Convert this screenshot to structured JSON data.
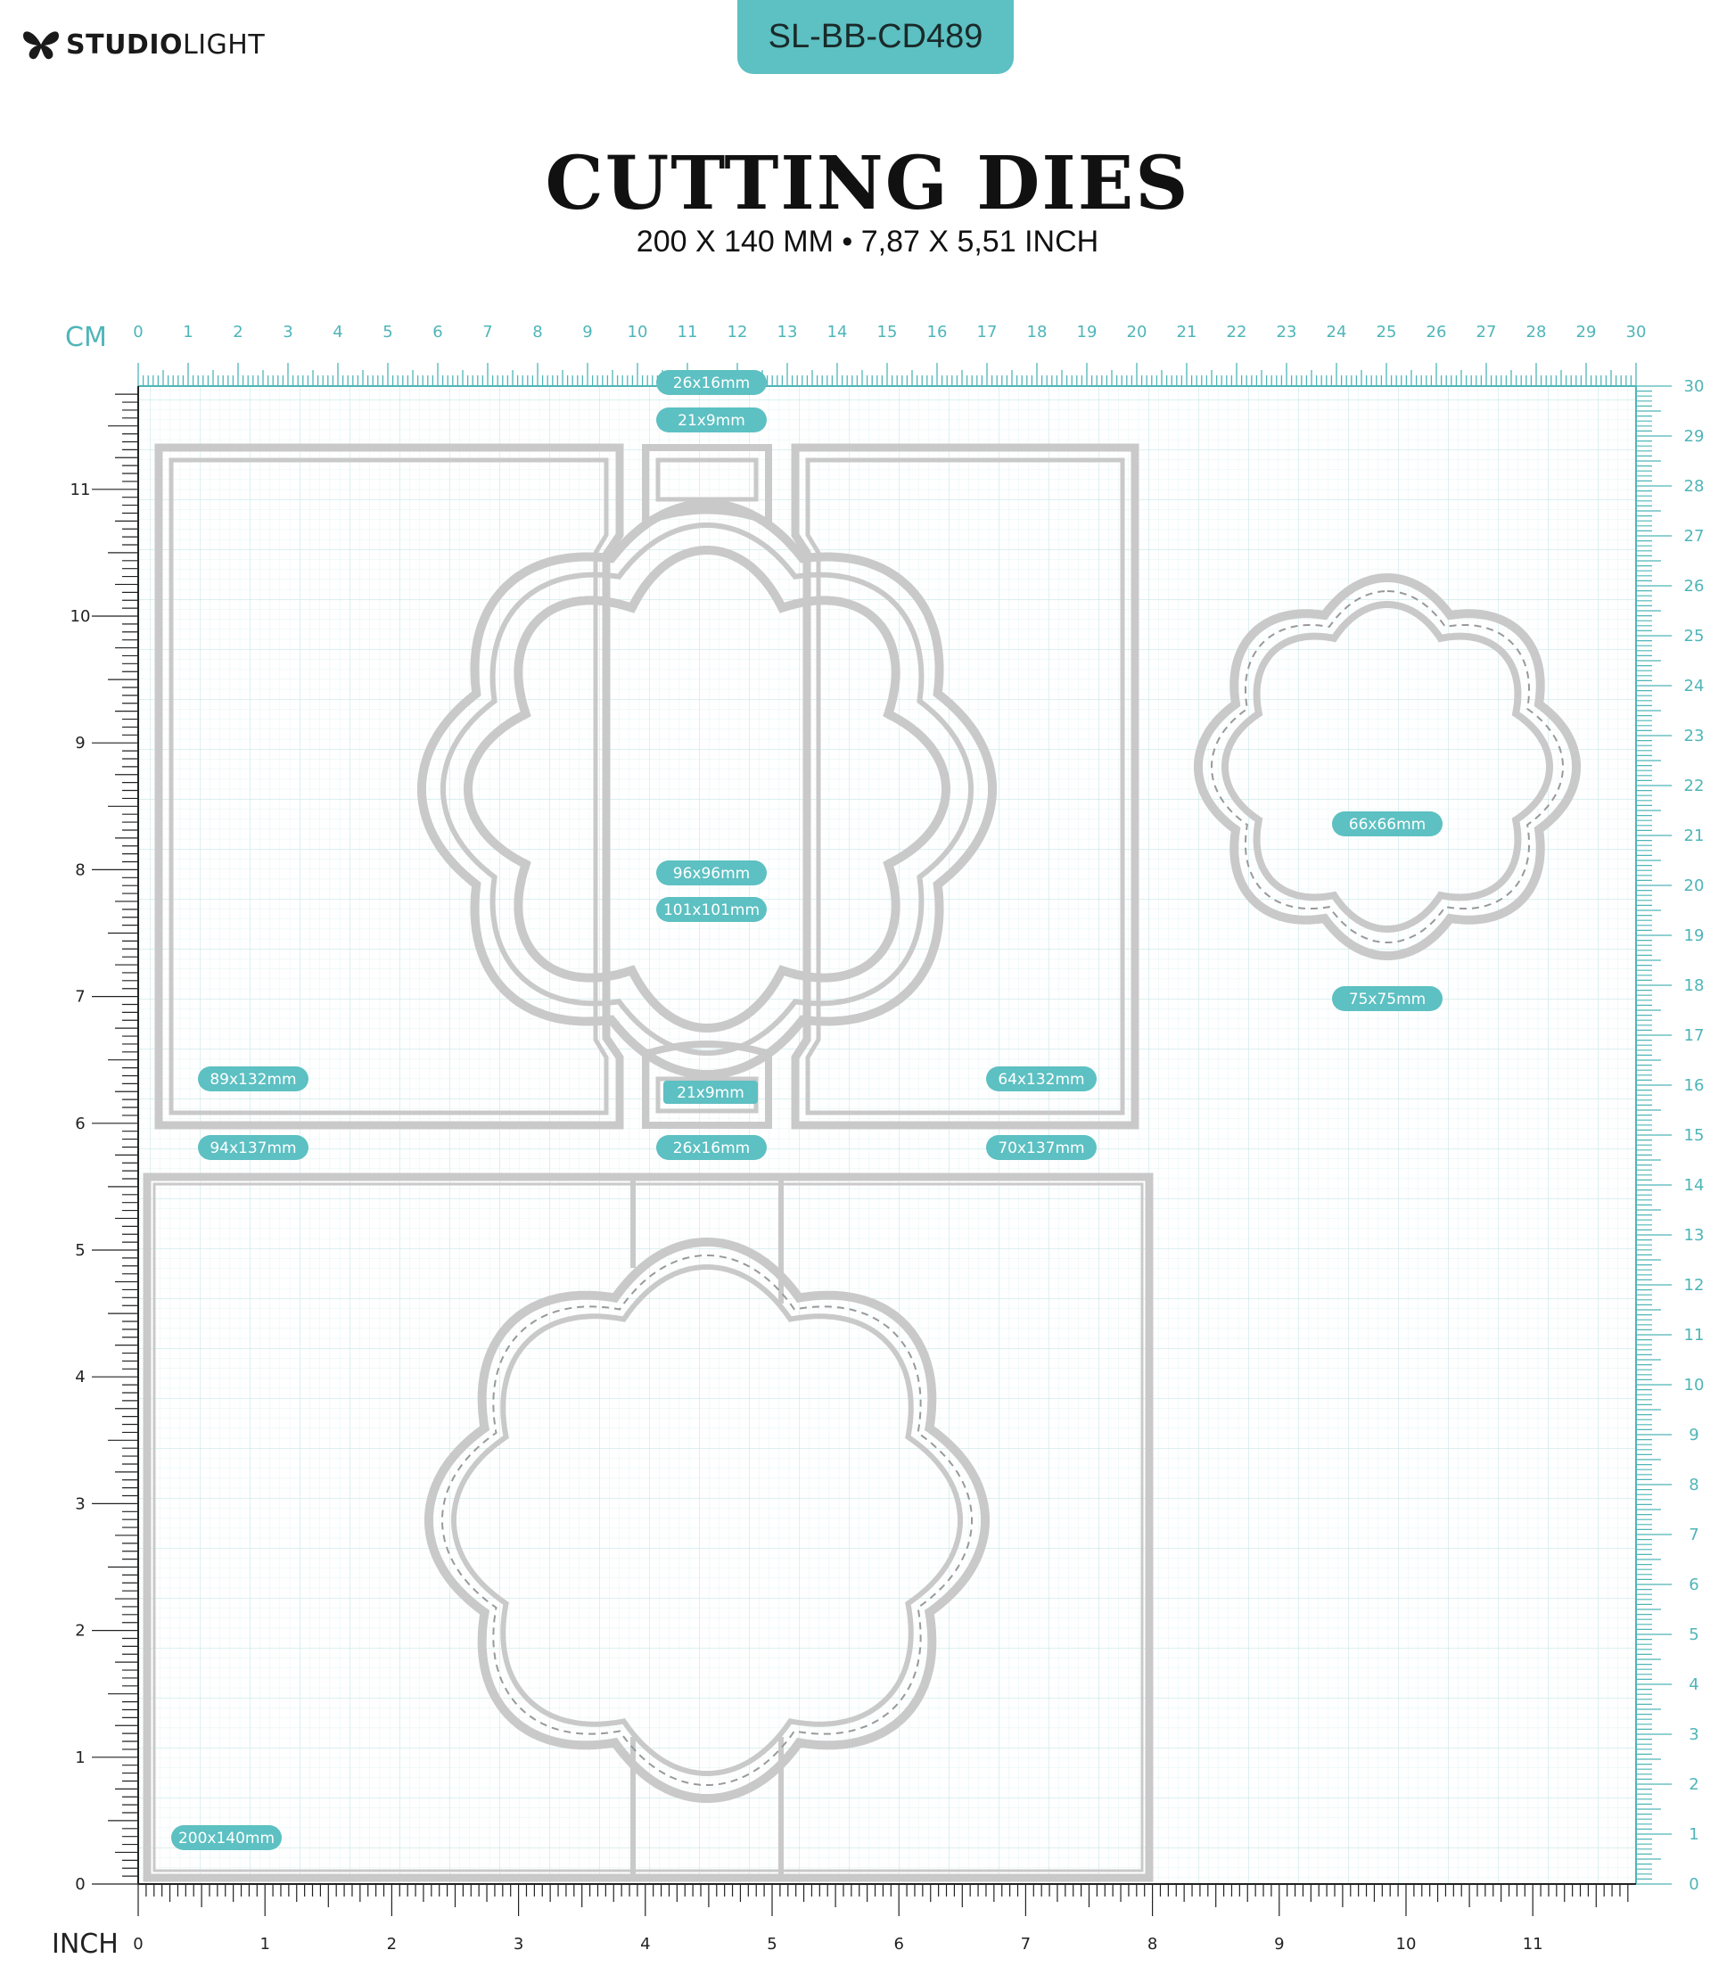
{
  "brand": {
    "name_bold": "STUDIO",
    "name_light": "LIGHT",
    "logo_icon": "butterfly-icon"
  },
  "product_code": "SL-BB-CD489",
  "title": "CUTTING DIES",
  "subtitle": "200  X 140 MM • 7,87 X 5,51 INCH",
  "rulers": {
    "top_unit": "CM",
    "bottom_unit": "INCH",
    "top_labels": [
      "0",
      "1",
      "2",
      "3",
      "4",
      "5",
      "6",
      "7",
      "8",
      "9",
      "10",
      "11",
      "12",
      "13",
      "14",
      "15",
      "16",
      "17",
      "18",
      "19",
      "20",
      "21",
      "22",
      "23",
      "24",
      "25",
      "26",
      "27",
      "28",
      "29",
      "30"
    ],
    "right_labels": [
      "30",
      "29",
      "28",
      "27",
      "26",
      "25",
      "24",
      "23",
      "22",
      "21",
      "20",
      "19",
      "18",
      "17",
      "16",
      "15",
      "14",
      "13",
      "12",
      "11",
      "10",
      "9",
      "8",
      "7",
      "6",
      "5",
      "4",
      "3",
      "2",
      "1",
      "0"
    ],
    "left_labels": [
      "11",
      "10",
      "9",
      "8",
      "7",
      "6",
      "5",
      "4",
      "3",
      "2",
      "1",
      "0"
    ],
    "bottom_labels": [
      "0",
      "1",
      "2",
      "3",
      "4",
      "5",
      "6",
      "7",
      "8",
      "9",
      "10",
      "11"
    ]
  },
  "dimension_labels": {
    "top_tab_outer": "26x16mm",
    "top_tab_inner": "21x9mm",
    "center_flower_inner": "96x96mm",
    "center_flower_outer": "101x101mm",
    "left_panel_inner": "89x132mm",
    "left_panel_outer": "94x137mm",
    "bottom_tab_inner": "21x9mm",
    "bottom_tab_outer": "26x16mm",
    "right_panel_inner": "64x132mm",
    "right_panel_outer": "70x137mm",
    "small_flower_inner": "66x66mm",
    "small_flower_outer": "75x75mm",
    "base_card": "200x140mm"
  },
  "colors": {
    "accent": "#5dc0c2",
    "die": "#c9c9c9",
    "grid": "#d4ecec"
  }
}
